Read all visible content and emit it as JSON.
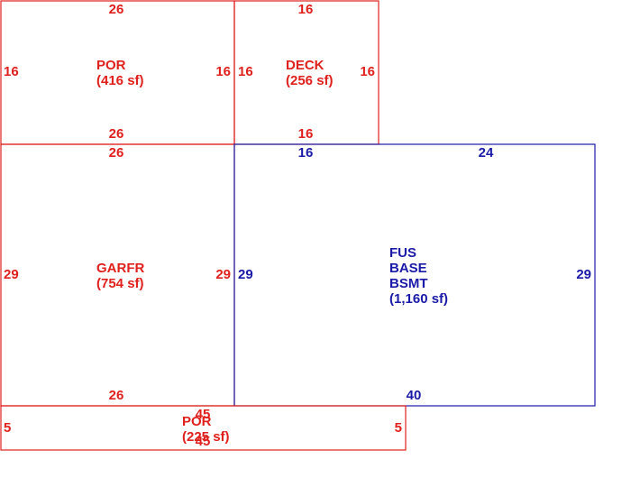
{
  "colors": {
    "outline_red": "#e0201c",
    "outline_blue": "#1a1aa8",
    "background": "#ffffff"
  },
  "areas": {
    "por_top": {
      "label": "POR",
      "area": "(416 sf)",
      "dims": {
        "top": "26",
        "bottom": "26",
        "left": "16",
        "right": "16"
      }
    },
    "deck": {
      "label": "DECK",
      "area": "(256 sf)",
      "dims": {
        "top": "16",
        "bottom": "16",
        "left": "16",
        "right": "16"
      }
    },
    "garfr": {
      "label": "GARFR",
      "area": "(754 sf)",
      "dims": {
        "top": "26",
        "bottom": "26",
        "left": "29",
        "right": "29"
      }
    },
    "bsmt": {
      "label_lines": [
        "FUS",
        "BASE",
        "BSMT"
      ],
      "area": "(1,160 sf)",
      "dims": {
        "top_left": "16",
        "top_right": "24",
        "bottom": "40",
        "left": "29",
        "right": "29"
      }
    },
    "por_bottom": {
      "label": "POR",
      "area": "(225 sf)",
      "dims": {
        "top": "45",
        "bottom": "45",
        "left": "5",
        "right": "5"
      }
    }
  }
}
